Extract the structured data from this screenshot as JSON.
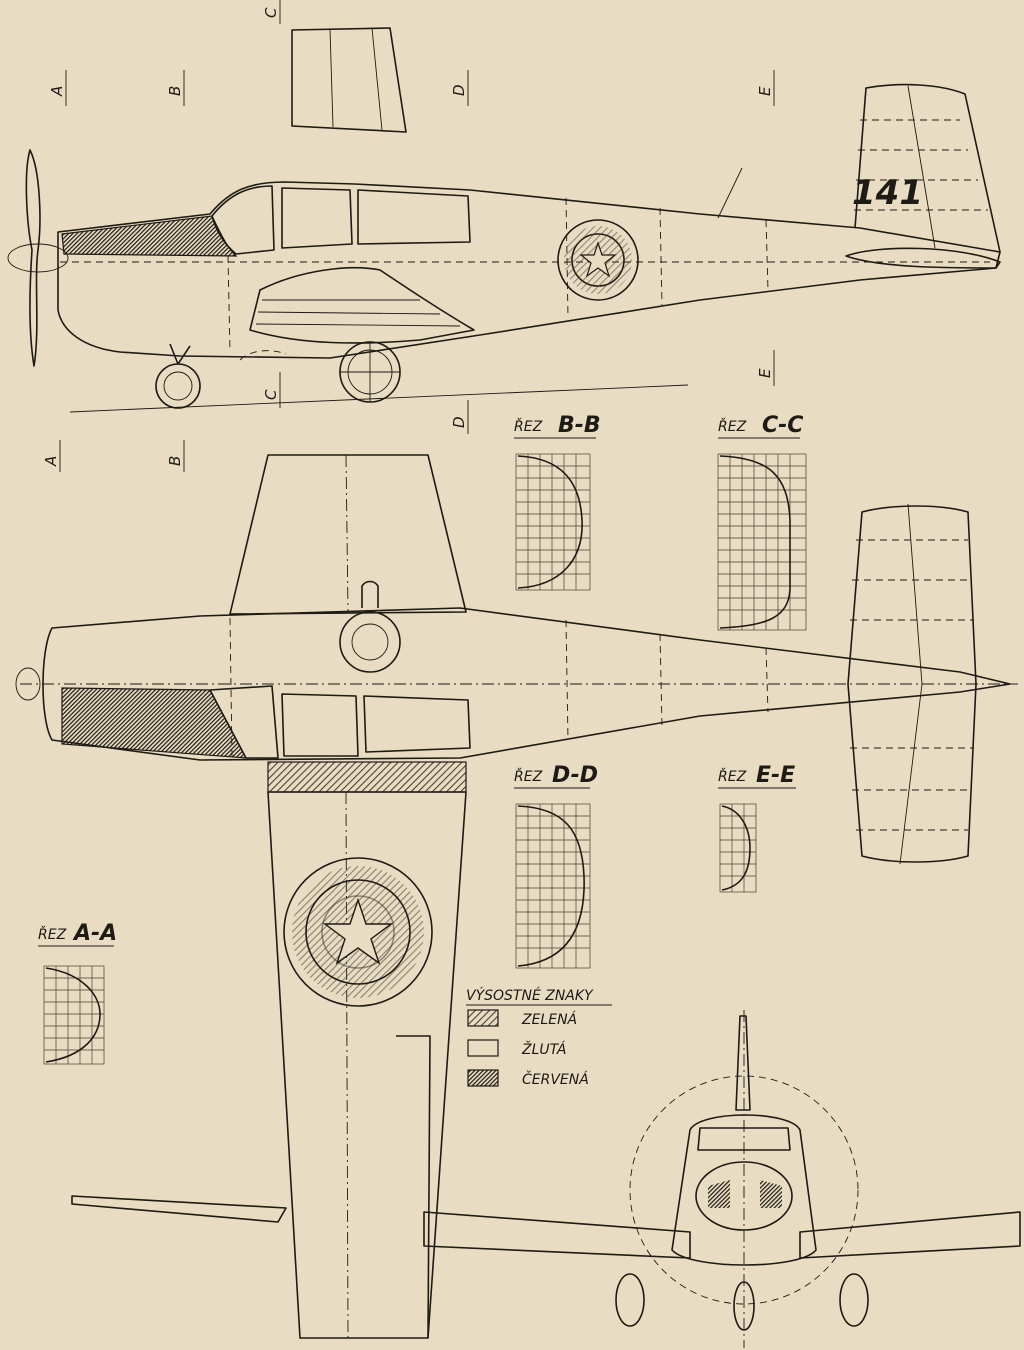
{
  "colors": {
    "paper": "#e8dcc2",
    "ink": "#1e1a14",
    "green_hatch": "#6b6253",
    "red_dark": "#2a2520"
  },
  "fuselage_number": "141",
  "section_markers": {
    "side_top": [
      "A",
      "B",
      "D",
      "E"
    ],
    "side_top_c": "C",
    "side_bottom": [
      "C",
      "D",
      "E"
    ],
    "plan_top": [
      "A",
      "B"
    ]
  },
  "sections": {
    "bb": {
      "prefix": "ŘEZ",
      "mark": "B-B"
    },
    "cc": {
      "prefix": "ŘEZ",
      "mark": "C-C"
    },
    "dd": {
      "prefix": "ŘEZ",
      "mark": "D-D"
    },
    "ee": {
      "prefix": "ŘEZ",
      "mark": "E-E"
    },
    "aa": {
      "prefix": "ŘEZ",
      "mark": "A-A"
    }
  },
  "legend": {
    "title": "VÝSOSTNÉ ZNAKY",
    "items": [
      {
        "label": "ZELENÁ",
        "pattern": "hatch"
      },
      {
        "label": "ŽLUTÁ",
        "pattern": "plain"
      },
      {
        "label": "ČERVENÁ",
        "pattern": "dark"
      }
    ]
  }
}
